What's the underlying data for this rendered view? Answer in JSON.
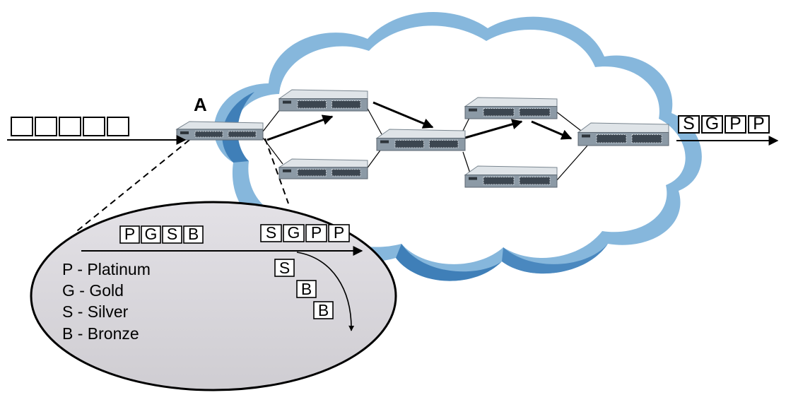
{
  "node_label": "A",
  "incoming_packets": [
    "",
    "",
    "",
    "",
    ""
  ],
  "outgoing_packets": [
    "S",
    "G",
    "P",
    "P"
  ],
  "queue_in_packets": [
    "P",
    "G",
    "S",
    "B"
  ],
  "queue_out_packets": [
    "S",
    "G",
    "P",
    "P"
  ],
  "dropped_packets": [
    "S",
    "B",
    "B"
  ],
  "legend": [
    "P - Platinum",
    "G - Gold",
    "S - Silver",
    "B - Bronze"
  ],
  "colors": {
    "cloud_outer": "#7fb3d9",
    "cloud_fill": "#ffffff",
    "ellipse_fill": "#d5d3d8",
    "switch_top": "#dfe4e8",
    "switch_front": "#8c9aa6",
    "switch_port": "#3c4650"
  }
}
